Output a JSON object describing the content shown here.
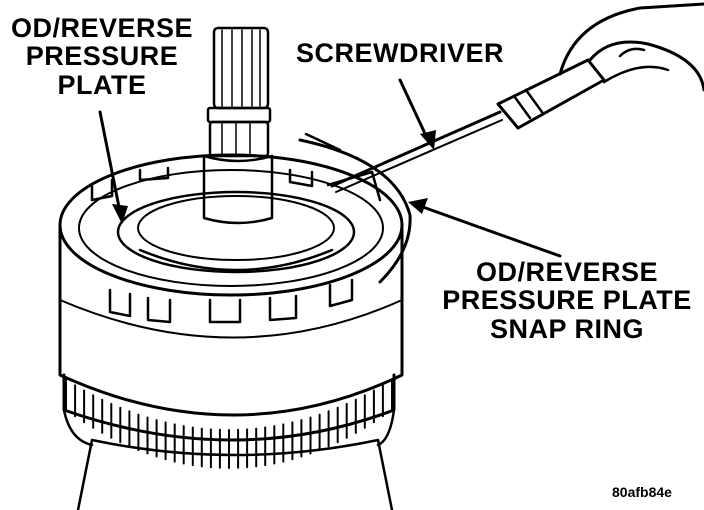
{
  "labels": {
    "od_reverse_pressure_plate": [
      "OD/REVERSE",
      "PRESSURE",
      "PLATE"
    ],
    "screwdriver": "SCREWDRIVER",
    "snap_ring": [
      "OD/REVERSE",
      "PRESSURE PLATE",
      "SNAP RING"
    ],
    "figure_code": "80afb84e"
  },
  "colors": {
    "ink": "#000000",
    "paper": "#ffffff"
  }
}
